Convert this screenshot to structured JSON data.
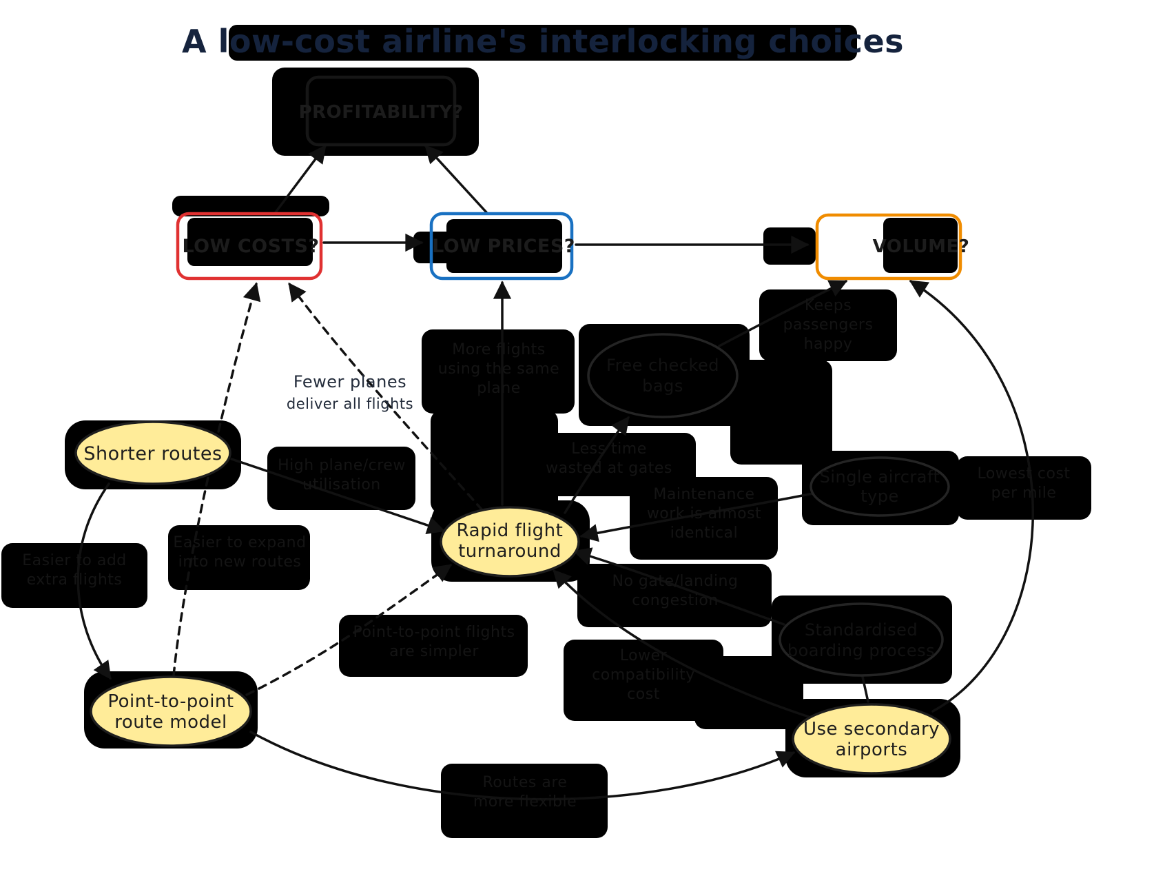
{
  "title": "A low-cost airline's interlocking choices",
  "colors": {
    "canvas": "#ffffff",
    "ink": "#1e1e1e",
    "blob": "#000000",
    "red_outline": "#e03131",
    "blue_outline": "#1971c2",
    "orange_outline": "#f08c00",
    "yellow_fill": "#ffec99",
    "navy_title": "#15233d"
  },
  "boxes": {
    "profitability": {
      "label": "PROFITABILITY?"
    },
    "low_costs": {
      "label": "LOW COSTS?"
    },
    "low_prices": {
      "label": "LOW PRICES?"
    },
    "volume": {
      "label": "VOLUME?"
    }
  },
  "choices": {
    "shorter_routes": {
      "label": "Shorter routes"
    },
    "rapid_turnaround": {
      "line1": "Rapid flight",
      "line2": "turnaround"
    },
    "point_to_point": {
      "line1": "Point-to-point",
      "line2": "route model"
    },
    "secondary_airports": {
      "line1": "Use secondary",
      "line2": "airports"
    }
  },
  "sub_choices": {
    "free_checked_bags": {
      "line1": "Free checked",
      "line2": "bags"
    },
    "single_aircraft": {
      "line1": "Single aircraft",
      "line2": "type"
    },
    "standardised_boarding": {
      "line1": "Standardised",
      "line2": "boarding process"
    }
  },
  "edge_labels": {
    "fewer_planes": {
      "line1": "Fewer planes",
      "line2": "deliver all flights"
    },
    "more_flights": {
      "line1": "More flights",
      "line2": "using the same",
      "line3": "plane"
    },
    "happy_passengers": {
      "line1": "Keeps",
      "line2": "passengers",
      "line3": "happy"
    },
    "gate_time": {
      "line1": "Less time",
      "line2": "wasted at gates"
    },
    "utilisation": {
      "line1": "High plane/crew",
      "line2": "utilisation"
    },
    "maintenance": {
      "line1": "Maintenance",
      "line2": "work is almost",
      "line3": "identical"
    },
    "cost_per_mile": {
      "line1": "Lowest cost",
      "line2": "per mile"
    },
    "expand_routes": {
      "line1": "Easier to expand",
      "line2": "into new routes"
    },
    "add_flights": {
      "line1": "Easier to add",
      "line2": "extra flights"
    },
    "congestion": {
      "line1": "No gate/landing",
      "line2": "congestion"
    },
    "simpler_flights": {
      "line1": "Point-to-point flights",
      "line2": "are simpler"
    },
    "compatibility": {
      "line1": "Lower",
      "line2": "compatibility",
      "line3": "cost"
    },
    "flexible_routes": {
      "line1": "Routes are",
      "line2": "more flexible"
    }
  }
}
